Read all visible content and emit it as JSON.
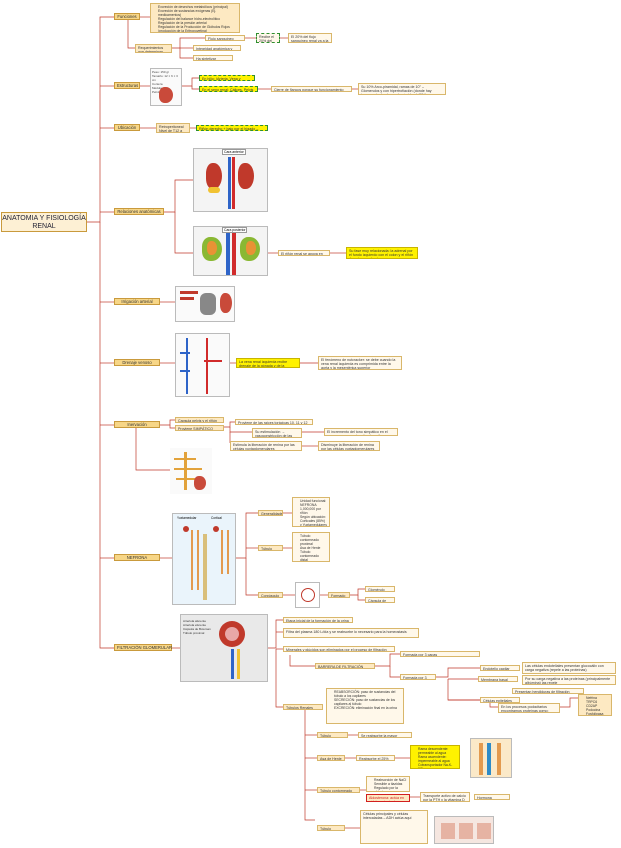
{
  "root": {
    "title": "ANATOMIA Y FISIOLOGÍA RENAL"
  },
  "branches": {
    "funciones": "Funciones",
    "estructuras": "Estructuras",
    "ubicacion": "Ubicación",
    "relaciones": "Relaciones anatómicas",
    "irrigacion": "Irrigación arterial",
    "drenaje": "Drenaje venoso",
    "inervacion": "Inervación",
    "nefrona": "NEFRONA",
    "filtracion": "FILTRACIÓN GLOMERULAR"
  },
  "funciones": {
    "list": [
      "Excreción de desechos metabólicos (principal)",
      "Excreción de sustancias exógenas (Ej. medicamentos)",
      "Regulación del balance hidro-electrolítico",
      "Regulación de la presión arterial",
      "Regulación de la Producción de Glóbulos Rojos (producción de la Eritropoyetina)",
      "Regulación en la Producción de Vitamina D (Activación del metabolito – hidroxilación)",
      "Gluconeogénesis (en ayuno prolongado)"
    ],
    "flujo_label": "Flujo sanguíneo elevado",
    "flujo_detail": "Recibe el 20% del gasto cardiaco (1200 ml/min)",
    "flujo_extra": "El 20% del flujo sanguíneo renal va a la corteza y el 10% a la médula",
    "requisitos": "Requerimientos que determinan",
    "integridad": "Integridad anatómica y funcional",
    "perfusion": "Ha sintetizar perfusión"
  },
  "estructuras": {
    "img_lines": [
      "Peso: 150 gr",
      "Tamaño: 12 × 6 × 3 cm",
      "Corteza",
      "Médula",
      "Pelvis"
    ],
    "hilio": "En hilio: (Arteria, Vena y Uréter) Nervio Renal",
    "pelvis": "En el seno renal: Cálices, Pelvis",
    "cierre": "Cierre de flancos porque su funcionamiento está el",
    "sistema": "Su 10% Arco-piramidal, ramas de 10° – Glomerulos y con hipertrofiación (donde hay incremento de glomerulos + vida al 40%)"
  },
  "ubicacion": {
    "retro": "Retroperitoneal Nivel de T12 a L3",
    "relacion": "Riñón derecho + bajo por el hígado – Relación con riñón"
  },
  "relaciones": {
    "cara_anterior": "Cara anterior",
    "cara_posterior": "Cara posterior",
    "nota": "El riñón renal se apoya en los psoas",
    "hl": "Su fase muy relacionada: la adrenal por el fundo izquierdo con el colon y el riñón derecho por el colon"
  },
  "drenaje": {
    "venas": "La vena renal izquierda recibe drenaje de la gónada y de la glándula suprarrenal",
    "nota": "El fenómeno de nutcracker: se debe cuando la vena renal izquierda es comprimida entre la aorta y la mesentérica superior"
  },
  "inervacion": {
    "n1": "Capsula pelvis y el riñón (plexos)",
    "n2": "Proviene SIMPÁTICO",
    "n3": "Proviene de las raíces torácicas 10, 11 y 12 y lumbares",
    "n4": "Su estimulación → vasoconstricción de las arteriolas aferentes → ↓ Flujo renal",
    "n5": "Estimula la liberación de renina por las células yuxtaglomerulares",
    "n6": "Disminuye la liberación de renina por las células yuxtaglomerulares",
    "n7": "El incremento del tono simpático en el cuerpo provoca retención de sodio"
  },
  "nefrona": {
    "img_top_left": "Yuxtamedular",
    "img_top_right": "Cortical",
    "corpusculo": "Corpúsculo renal",
    "tubulo": "Túbulo",
    "generalidades": "Generalidades",
    "gen_lines": [
      "Unidad funcional: NEFRONA",
      "1,000,000 por riñón",
      "Según ubicación:",
      "Corticales (85%) y Yuxtamedulares (15%)",
      "No se regeneran"
    ],
    "tubulo_lines": [
      "Túbulo contorneado proximal",
      "Asa de Henle",
      "Túbulo contorneado distal",
      "Túbulo colector"
    ],
    "formado": "Formado por",
    "glomerular": "Glomérulo capilar",
    "bowman": "Cápsula de Bowman"
  },
  "filtracion": {
    "img_lines": [
      "Arteriola aferente",
      "Arteriola eferente",
      "Cápsula de Bowman",
      "Túbulo proximal"
    ],
    "f1": "Etapa inicial de la formación de la orina",
    "f2": "Filtra del plasma 180 L/día y se reabsorbe lo necesario para la homeostasis",
    "f3": "Minerales y glúcidos son eliminados por el proceso de filtración",
    "barrera": "BARRERA DE FILTRACIÓN",
    "capas": "Formada por 3 capas",
    "b1": "Endotelio capilar fenestrado",
    "b1d": "Las células endoteliales presentan glucocálix con carga negativa (repele a las proteínas)",
    "b2": "Membrana basal glomerular",
    "b2d": "Por su carga negativa a las proteínas (principalmente albúmina) las repele",
    "b3": "Células epiteliales (podocitos)",
    "b3d": "Presentan hendiduras de filtración",
    "b4": "En los procesos podocitarios encontramos proteínas como: nefrina y podocina",
    "b4list": [
      "Nefrina",
      "TRPC6",
      "CD2AP",
      "Podocina",
      "Fosfolipasa"
    ],
    "tubulos": "Túbulos Renales",
    "tub_block": [
      "REABSORCIÓN: paso de sustancias del túbulo a los capilares",
      "SECRECIÓN: paso de sustancias de los capilares al túbulo",
      "EXCRECIÓN: eliminación final en la orina"
    ],
    "proximal": "Túbulo proximal",
    "proximal_d": "Se reabsorbe la mayor cantidad",
    "asa": "Asa de Henle",
    "asa_d": "Reabsorbe el 25% de Cl-Na filtrado",
    "asa_hl": [
      "Rama descendente: permeable al agua",
      "Rama ascendente: impermeable al agua",
      "Cotransportador Na-K-2Cl"
    ],
    "distal": "Túbulo contorneado distal",
    "distal_lines": [
      "Reabsorción de NaCl",
      "Sensible a tiazidas",
      "Regulado por la aldosterona"
    ],
    "distal_hl": "Aldosterona: actúa en células principales aumentando la reabsorción de Na y secreción de K",
    "distal_d": "Transporte activo de calcio por la PTH y la vitamina D",
    "distal_e": "Hormona paratiroidea",
    "colector": "Túbulo colector",
    "colector_d": "Células principales y células intercaladas – ADH actúa aquí"
  },
  "colors": {
    "branch": "#f7d687",
    "node": "#fde9c2",
    "line": "#c0392b",
    "highlight": "#fff200"
  }
}
